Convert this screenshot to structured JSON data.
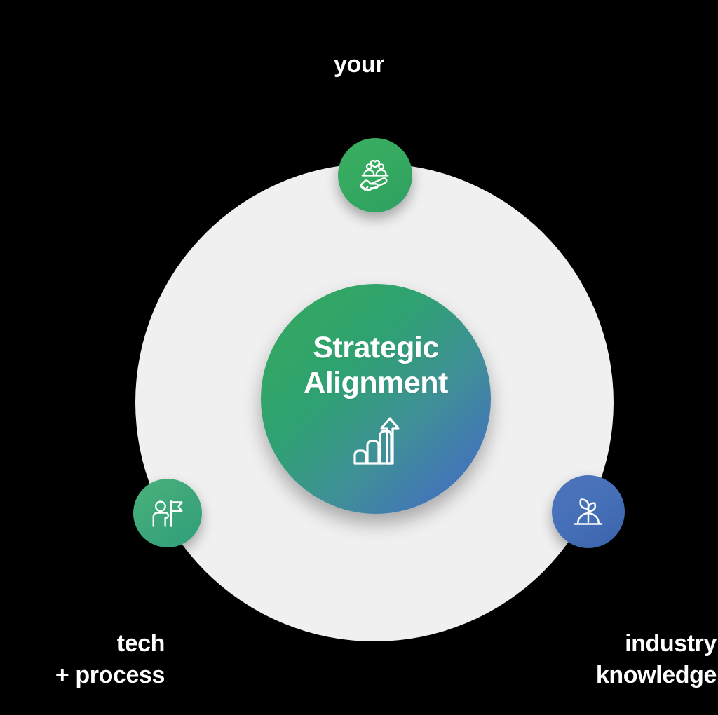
{
  "diagram": {
    "title_label": "your",
    "background_color": "#000000",
    "ring": {
      "name": "outer-ring",
      "color": "#f0f0f0"
    },
    "hub": {
      "title": "Strategic\nAlignment",
      "icon": "growth-bar-chart-arrow-icon",
      "gradient_from": "#34a85c",
      "gradient_to": "#4470bb",
      "text_color": "#ffffff"
    },
    "nodes": [
      {
        "id": "people-care",
        "label": "your",
        "icon": "hand-holding-people-heart-icon",
        "color": "#34a95f",
        "position": "top"
      },
      {
        "id": "tech-process",
        "label": "tech\n+ process",
        "icon": "person-with-flag-icon",
        "color": "#3fa87a",
        "position": "bottom-left"
      },
      {
        "id": "industry-knowledge",
        "label": "industry\nknowledge",
        "icon": "sprout-growth-icon",
        "color": "#4570b7",
        "position": "bottom-right"
      }
    ]
  }
}
